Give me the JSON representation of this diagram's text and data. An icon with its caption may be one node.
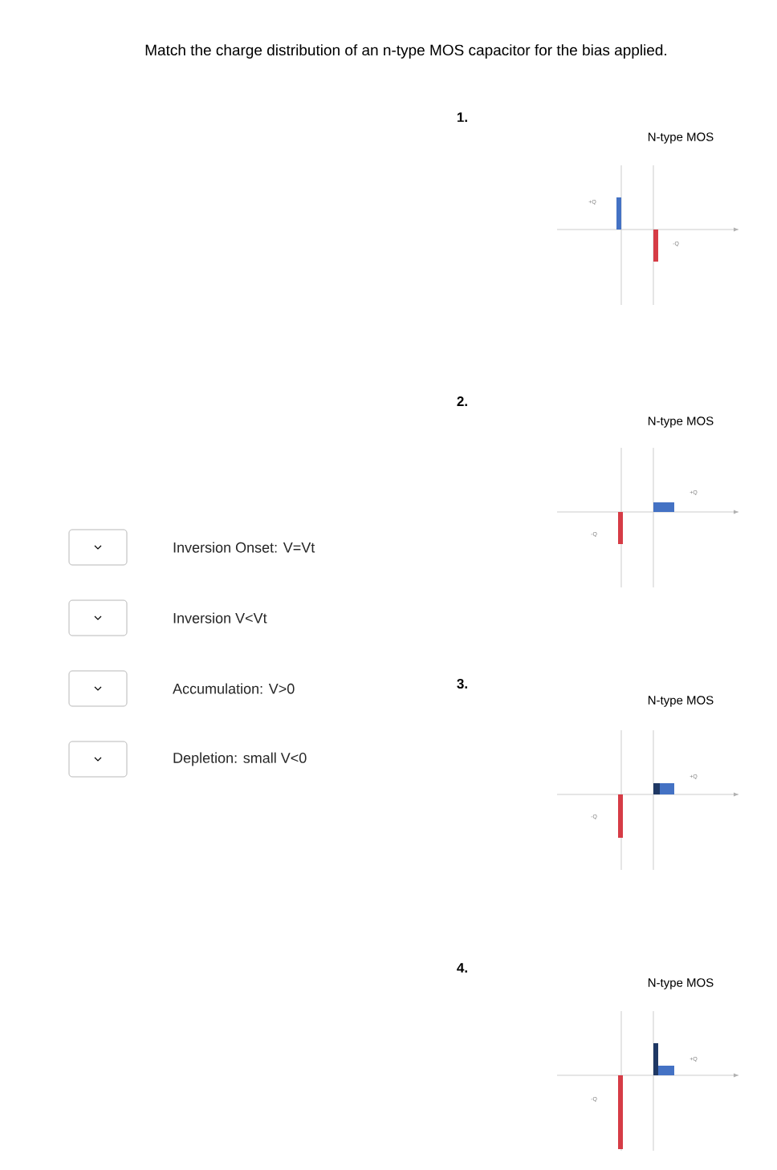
{
  "diagram": {
    "title": "Match the charge distribution of an n-type MOS capacitor for the bias applied.",
    "labels": [
      "Inversion Onset: V=Vt",
      "Inversion V<Vt",
      "Accumulation: V>0",
      "Depletion: small V<0",
      "1.",
      "N-type MOS",
      "+Q",
      "-Q",
      "2.",
      "N-type MOS",
      "+Q",
      "-Q",
      "3.",
      "N-type MOS",
      "+Q",
      "-Q",
      "4.",
      "N-type MOS",
      "+Q",
      "-Q"
    ]
  }
}
